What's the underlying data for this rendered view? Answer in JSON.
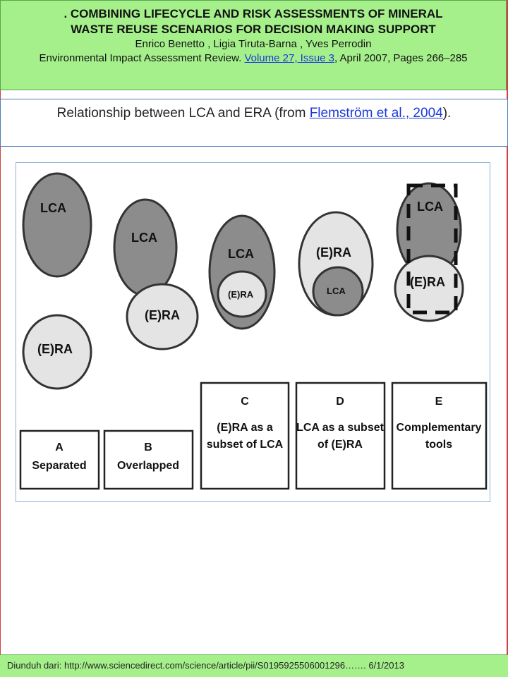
{
  "header": {
    "title_line1": ". COMBINING LIFECYCLE AND RISK ASSESSMENTS OF MINERAL",
    "title_line2": "WASTE REUSE SCENARIOS FOR DECISION MAKING SUPPORT",
    "authors": "Enrico Benetto ,  Ligia Tiruta-Barna ,  Yves Perrodin",
    "citation_prefix": "Environmental Impact Assessment Review.  ",
    "citation_link": "Volume 27, Issue 3",
    "citation_suffix": ", April 2007, Pages 266–285"
  },
  "caption": {
    "prefix": "Relationship between LCA and ERA (from ",
    "link": "Flemström et al., 2004",
    "suffix": ")."
  },
  "figure": {
    "panels": [
      {
        "id": "A",
        "line1": "A",
        "line2": "Separated",
        "line3": "",
        "circles": [
          "LCA",
          "(E)RA"
        ]
      },
      {
        "id": "B",
        "line1": "B",
        "line2": "Overlapped",
        "line3": "",
        "circles": [
          "LCA",
          "(E)RA"
        ]
      },
      {
        "id": "C",
        "line1": "C",
        "line2": "(E)RA as a",
        "line3": "subset of LCA",
        "circles": [
          "LCA",
          "(E)RA"
        ]
      },
      {
        "id": "D",
        "line1": "D",
        "line2": "LCA as a subset",
        "line3": "of (E)RA",
        "circles": [
          "(E)RA",
          "LCA"
        ]
      },
      {
        "id": "E",
        "line1": "E",
        "line2": "Complementary",
        "line3": "tools",
        "circles": [
          "LCA",
          "(E)RA"
        ]
      }
    ]
  },
  "footer": {
    "text": "Diunduh dari:   http://www.sciencedirect.com/science/article/pii/S0195925506001296…….  6/1/2013"
  }
}
